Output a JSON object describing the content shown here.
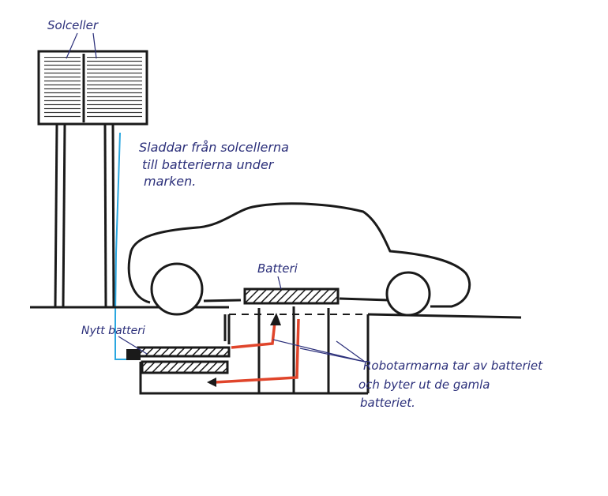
{
  "labels": {
    "solar_cells": "Solceller",
    "wires_line1": "Sladdar från solcellerna",
    "wires_line2": "till batterierna under",
    "wires_line3": "marken.",
    "battery": "Batteri",
    "new_battery": "Nytt batteri",
    "robot_line1": "Robotarmarna tar av batteriet",
    "robot_line2": "och byter ut de gamla",
    "robot_line3": "batteriet."
  },
  "colors": {
    "ink": "#1a1a1a",
    "label_ink": "#2b2f7a",
    "wire": "#2aa7e0",
    "robot_arm": "#e0452b",
    "paper": "#ffffff"
  }
}
